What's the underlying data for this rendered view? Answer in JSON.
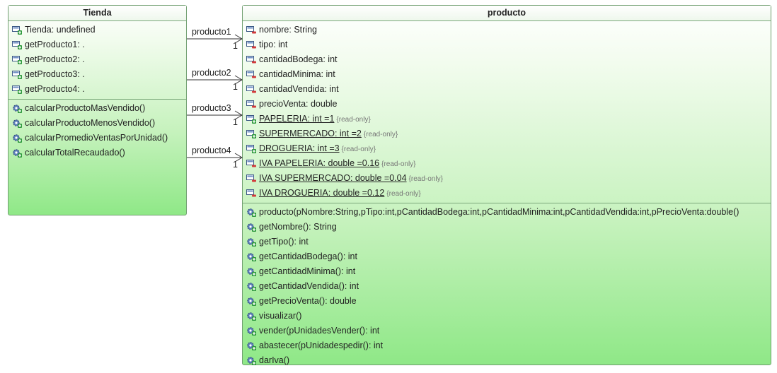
{
  "tienda": {
    "name": "Tienda",
    "attributes": [
      {
        "text": "Tienda: undefined",
        "icon": "field-public-icon"
      },
      {
        "text": "getProducto1: .",
        "icon": "field-public-icon"
      },
      {
        "text": "getProducto2: .",
        "icon": "field-public-icon"
      },
      {
        "text": "getProducto3: .",
        "icon": "field-public-icon"
      },
      {
        "text": "getProducto4: .",
        "icon": "field-public-icon"
      }
    ],
    "operations": [
      "calcularProductoMasVendido()",
      "calcularProductoMenosVendido()",
      "calcularPromedioVentasPorUnidad()",
      "calcularTotalRecaudado()"
    ]
  },
  "producto": {
    "name": "producto",
    "attributes": [
      {
        "text": "nombre: String",
        "static": false,
        "ro": "",
        "vis": "private"
      },
      {
        "text": "tipo: int",
        "static": false,
        "ro": "",
        "vis": "private"
      },
      {
        "text": "cantidadBodega: int",
        "static": false,
        "ro": "",
        "vis": "private"
      },
      {
        "text": "cantidadMinima: int",
        "static": false,
        "ro": "",
        "vis": "private"
      },
      {
        "text": "cantidadVendida: int",
        "static": false,
        "ro": "",
        "vis": "private"
      },
      {
        "text": "precioVenta: double",
        "static": false,
        "ro": "",
        "vis": "private"
      },
      {
        "text": "PAPELERIA: int =1",
        "static": true,
        "ro": "{read-only}",
        "vis": "public"
      },
      {
        "text": "SUPERMERCADO: int =2",
        "static": true,
        "ro": "{read-only}",
        "vis": "public"
      },
      {
        "text": "DROGUERIA: int =3",
        "static": true,
        "ro": "{read-only}",
        "vis": "public"
      },
      {
        "text": "IVA PAPELERIA: double =0.16",
        "static": true,
        "ro": "{read-only}",
        "vis": "private"
      },
      {
        "text": "IVA SUPERMERCADO: double =0.04",
        "static": true,
        "ro": "{read-only}",
        "vis": "private"
      },
      {
        "text": "IVA DROGUERIA: double =0.12",
        "static": true,
        "ro": "{read-only}",
        "vis": "private"
      }
    ],
    "operations": [
      "producto(pNombre:String,pTipo:int,pCantidadBodega:int,pCantidadMinima:int,pCantidadVendida:int,pPrecioVenta:double()",
      "getNombre(): String",
      "getTipo(): int",
      "getCantidadBodega(): int",
      "getCantidadMinima(): int",
      "getCantidadVendida(): int",
      "getPrecioVenta(): double",
      "visualizar()",
      "vender(pUnidadesVender(): int",
      "abastecer(pUnidadespedir(): int",
      "darIva()"
    ]
  },
  "associations": [
    {
      "role": "producto1",
      "multiplicity": "1"
    },
    {
      "role": "producto2",
      "multiplicity": "1"
    },
    {
      "role": "producto3",
      "multiplicity": "1"
    },
    {
      "role": "producto4",
      "multiplicity": "1"
    }
  ],
  "colors": {
    "border": "#6f9e6f",
    "fill_top": "#ffffff",
    "fill_bottom": "#8fe887"
  }
}
